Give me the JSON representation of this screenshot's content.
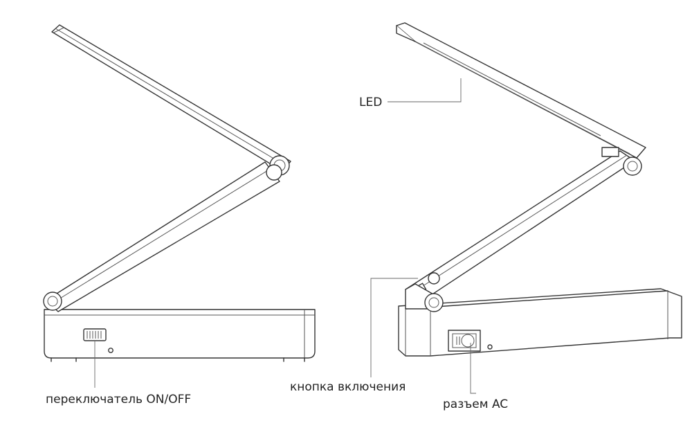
{
  "labels": {
    "led": "LED",
    "power_button": "кнопка включения",
    "ac_socket": "разъем AC",
    "on_off_switch": "переключатель ON/OFF"
  }
}
